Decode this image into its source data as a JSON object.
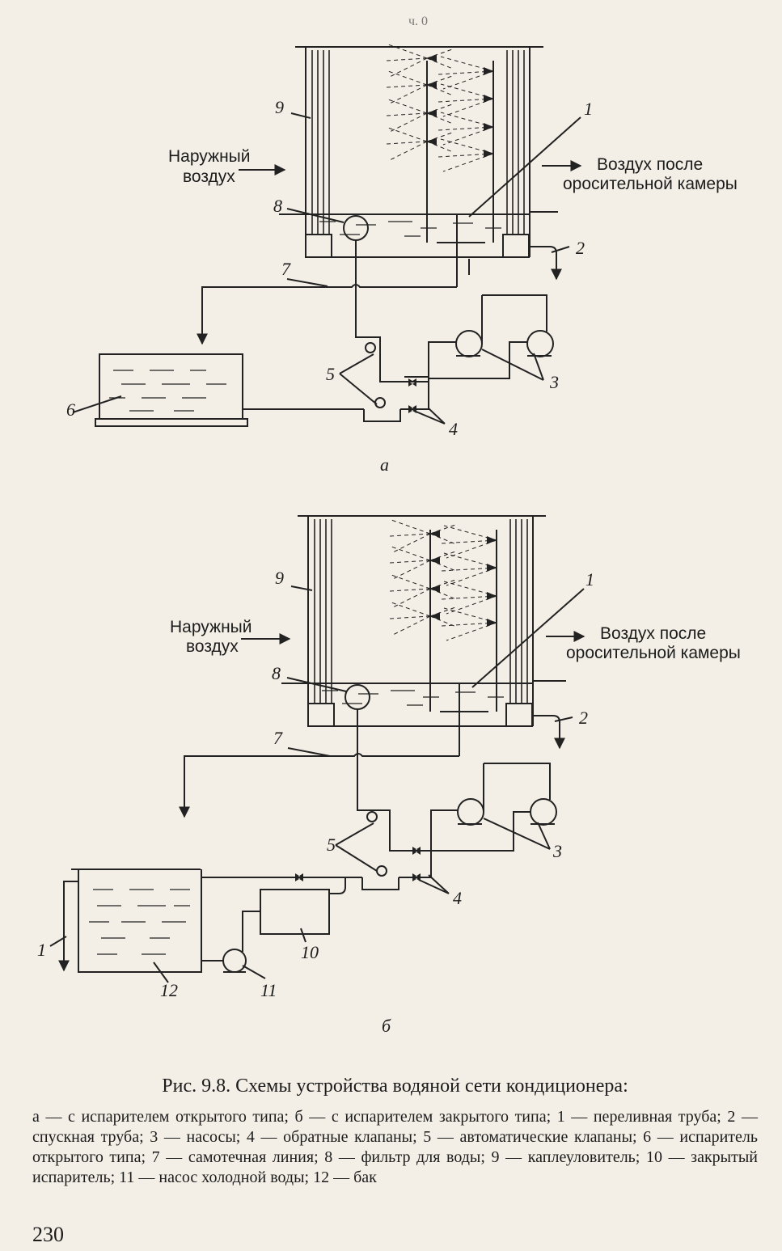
{
  "header_mark": "ч. 0",
  "diagram_a": {
    "sublabel": "а",
    "inlet_label_line1": "Наружный",
    "inlet_label_line2": "воздух",
    "outlet_label_line1": "Воздух после",
    "outlet_label_line2": "оросительной камеры",
    "callouts": [
      "1",
      "2",
      "3",
      "4",
      "5",
      "6",
      "7",
      "8",
      "9"
    ]
  },
  "diagram_b": {
    "sublabel": "б",
    "inlet_label_line1": "Наружный",
    "inlet_label_line2": "воздух",
    "outlet_label_line1": "Воздух после",
    "outlet_label_line2": "оросительной камеры",
    "callouts": [
      "1",
      "2",
      "3",
      "4",
      "5",
      "7",
      "8",
      "9",
      "1",
      "10",
      "11",
      "12"
    ]
  },
  "caption": {
    "title": "Рис. 9.8. Схемы устройства водяной сети кондиционера:",
    "text": "а — с испарителем открытого типа; б — с испарителем закрытого типа; 1 — переливная труба; 2 — спускная труба; 3 — насосы; 4 — обратные клапаны; 5 — автоматические клапаны; 6 — испаритель открытого типа; 7 — самотечная линия; 8 — фильтр для воды; 9 — каплеуловитель; 10 — закрытый испаритель; 11 — насос холодной воды; 12 — бак"
  },
  "page_number": "230"
}
